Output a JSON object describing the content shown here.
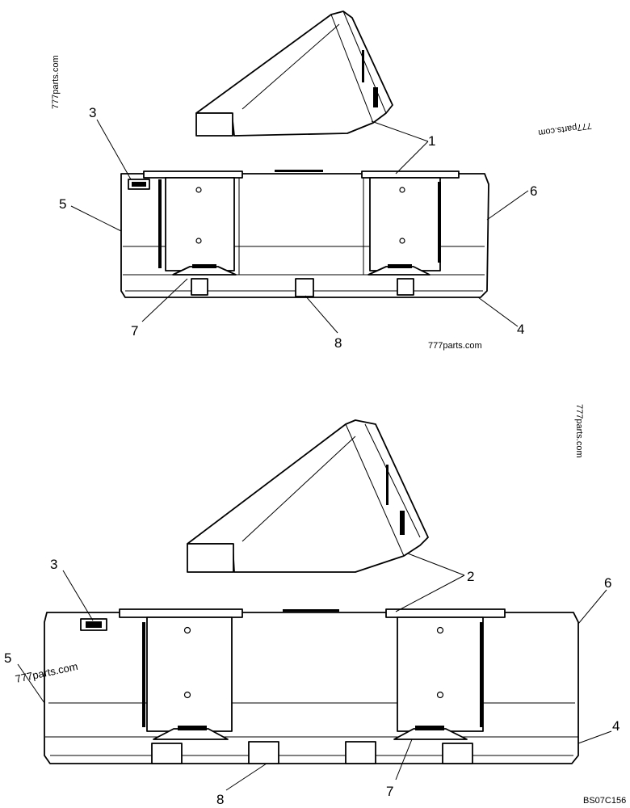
{
  "callouts": {
    "top": {
      "c1": "1",
      "c3": "3",
      "c5": "5",
      "c6": "6",
      "c4": "4",
      "c7": "7",
      "c8": "8"
    },
    "bottom": {
      "c2": "2",
      "c3": "3",
      "c5": "5",
      "c6": "6",
      "c4": "4",
      "c7": "7",
      "c8": "8"
    }
  },
  "watermarks": {
    "w1": "777parts.com",
    "w2": "777parts.com",
    "w3": "777parts.com",
    "w4": "777parts.com",
    "w5": "777parts.com"
  },
  "drawing_code": "BS07C156"
}
